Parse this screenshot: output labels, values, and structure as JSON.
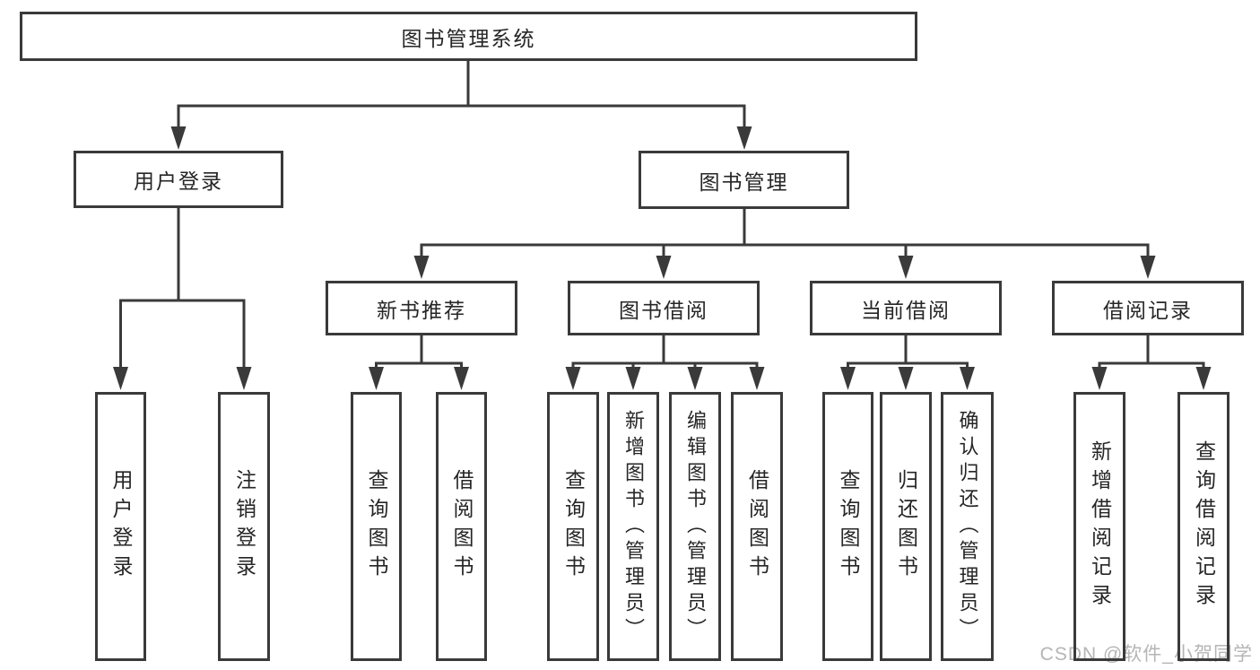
{
  "tree": {
    "root": "图书管理系统",
    "user_login": {
      "label": "用户登录",
      "children": {
        "login": "用户登录",
        "logout": "注销登录"
      }
    },
    "book_mgmt": {
      "label": "图书管理",
      "children": {
        "new_book_rec": {
          "label": "新书推荐",
          "children": {
            "query_book": "查询图书",
            "borrow_book": "借阅图书"
          }
        },
        "book_borrow": {
          "label": "图书借阅",
          "children": {
            "query_book": "查询图书",
            "add_book": "新增图书（管理员）",
            "edit_book": "编辑图书（管理员）",
            "borrow_book": "借阅图书"
          }
        },
        "current_borrow": {
          "label": "当前借阅",
          "children": {
            "query_book": "查询图书",
            "return_book": "归还图书",
            "confirm_return": "确认归还（管理员）"
          }
        },
        "borrow_records": {
          "label": "借阅记录",
          "children": {
            "add_record": "新增借阅记录",
            "query_record": "查询借阅记录"
          }
        }
      }
    }
  },
  "watermark": "CSDN @软件_小贺同学",
  "colors": {
    "line": "#3a3a3a",
    "text": "#262626",
    "background": "#ffffff",
    "watermark": "#b5b5b5"
  }
}
